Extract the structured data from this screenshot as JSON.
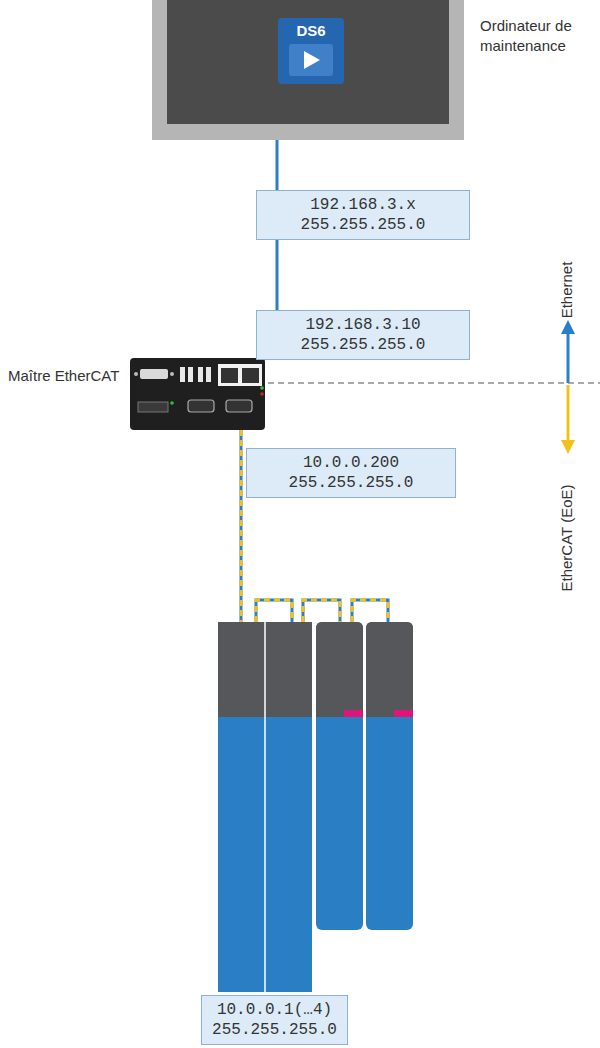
{
  "diagram": {
    "nodes": [
      {
        "text": [
          "DS6",
          "Ordinateur de maintenance"
        ]
      },
      {
        "text": [
          "192.168.3.x 255.255.255.0"
        ]
      },
      {
        "text": [
          "192.168.3.10 255.255.255.0"
        ]
      },
      {
        "text": [
          "Maître EtherCAT"
        ]
      },
      {
        "text": [
          "10.0.0.200 255.255.255.0"
        ]
      },
      {
        "text": [
          "10.0.0.1(…4) 255.255.255.0"
        ]
      }
    ],
    "edges": [
      {
        "from": 0,
        "to": 3,
        "arrow": "none"
      }
    ],
    "labels": [
      "Ethernet",
      "EtherCAT (EoE)"
    ]
  }
}
